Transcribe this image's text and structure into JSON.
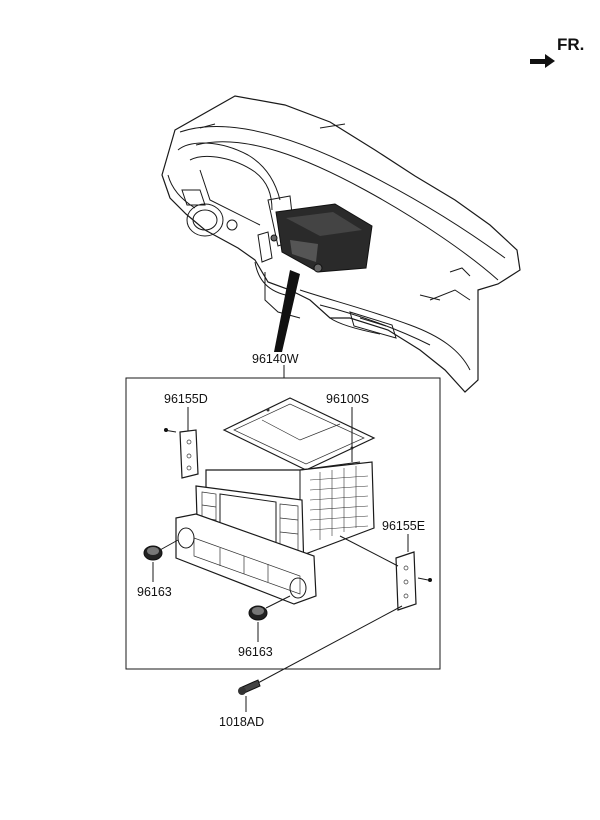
{
  "direction_label": "FR.",
  "parts": {
    "assembly": "96140W",
    "bracket_left": "96155D",
    "head_unit": "96100S",
    "bracket_right": "96155E",
    "knob_left": "96163",
    "knob_right": "96163",
    "screw": "1018AD"
  }
}
